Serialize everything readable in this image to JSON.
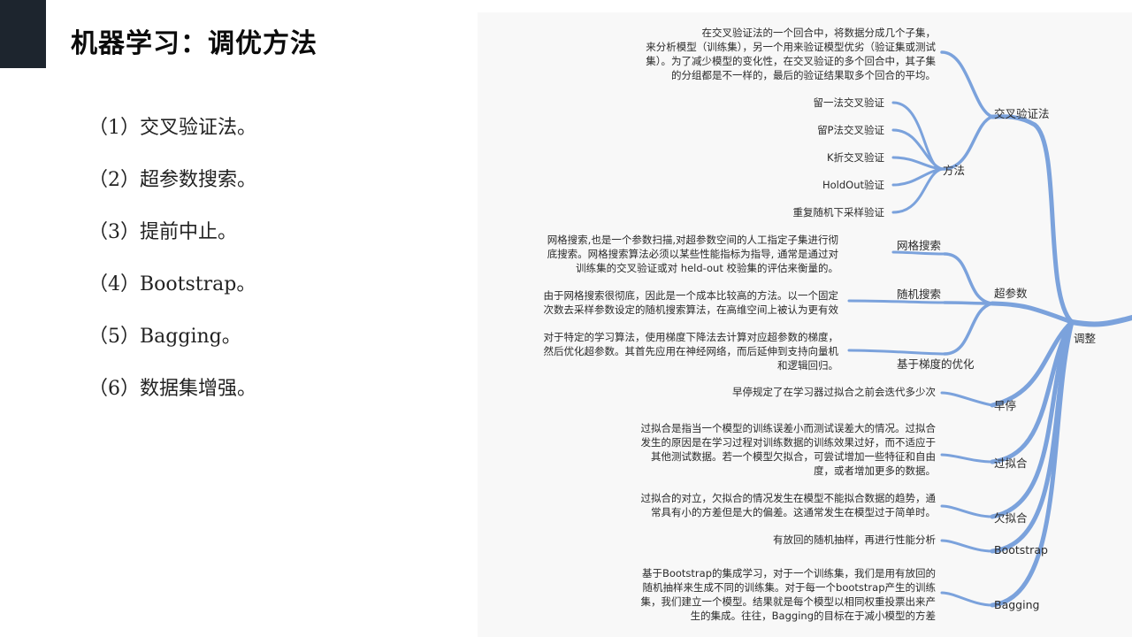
{
  "title": "机器学习：调优方法",
  "list": [
    "（1）交叉验证法。",
    "（2）超参数搜索。",
    "（3）提前中止。",
    "（4）Bootstrap。",
    "（5）Bagging。",
    "（6）数据集增强。"
  ],
  "mindmap": {
    "root": "调整",
    "cv": {
      "label": "交叉验证法",
      "note": [
        "在交叉验证法的一个回合中，将数据分成几个子集，",
        "来分析模型（训练集），另一个用来验证模型优劣（验证集或测试",
        "集）。为了减少模型的变化性，在交叉验证的多个回合中，其子集",
        "的分组都是不一样的，最后的验证结果取多个回合的平均。"
      ],
      "method_label": "方法",
      "methods": [
        "留一法交叉验证",
        "留P法交叉验证",
        "K折交叉验证",
        "HoldOut验证",
        "重复随机下采样验证"
      ]
    },
    "hyper": {
      "label": "超参数",
      "children": [
        {
          "label": "网格搜索",
          "note": [
            "网格搜索,也是一个参数扫描,对超参数空间的人工指定子集进行彻",
            "底搜索。网格搜索算法必须以某些性能指标为指导, 通常是通过对",
            "训练集的交叉验证或对 held-out 校验集的评估来衡量的。"
          ]
        },
        {
          "label": "随机搜索",
          "note": [
            "由于网格搜索很彻底，因此是一个成本比较高的方法。以一个固定",
            "次数去采样参数设定的随机搜索算法，在高维空间上被认为更有效"
          ]
        },
        {
          "label": "基于梯度的优化",
          "note": [
            "对于特定的学习算法，使用梯度下降法去计算对应超参数的梯度，",
            "然后优化超参数。其首先应用在神经网络，而后延伸到支持向量机",
            "和逻辑回归。"
          ]
        }
      ]
    },
    "early": {
      "label": "早停",
      "note": [
        "早停规定了在学习器过拟合之前会迭代多少次"
      ]
    },
    "overfit": {
      "label": "过拟合",
      "note": [
        "过拟合是指当一个模型的训练误差小而测试误差大的情况。过拟合",
        "发生的原因是在学习过程对训练数据的训练效果过好，而不适应于",
        "其他测试数据。若一个模型欠拟合，可尝试增加一些特征和自由",
        "度，或者增加更多的数据。"
      ]
    },
    "underfit": {
      "label": "欠拟合",
      "note": [
        "过拟合的对立，欠拟合的情况发生在模型不能拟合数据的趋势，通",
        "常具有小的方差但是大的偏差。这通常发生在模型过于简单时。"
      ]
    },
    "bootstrap": {
      "label": "Bootstrap",
      "note": [
        "有放回的随机抽样，再进行性能分析"
      ]
    },
    "bagging": {
      "label": "Bagging",
      "note": [
        "基于Bootstrap的集成学习，对于一个训练集，我们是用有放回的",
        "随机抽样来生成不同的训练集。对于每一个bootstrap产生的训练",
        "集，我们建立一个模型。结果就是每个模型以相同权重投票出来产",
        "生的集成。往往，Bagging的目标在于减小模型的方差"
      ]
    },
    "colors": {
      "branch": "#7ba2dc",
      "background": "#f8f8f8"
    }
  }
}
